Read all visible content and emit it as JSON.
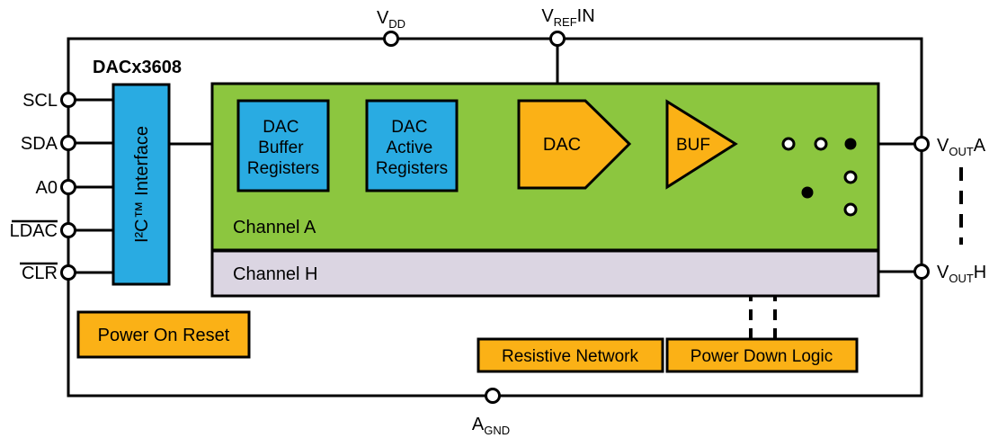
{
  "diagram": {
    "title": "DACx3608",
    "i2c_label": "I²C™ Interface",
    "channel_a": "Channel A",
    "channel_h": "Channel H",
    "dac_buffer_lines": [
      "DAC",
      "Buffer",
      "Registers"
    ],
    "dac_active_lines": [
      "DAC",
      "Active",
      "Registers"
    ],
    "dac_label": "DAC",
    "buf_label": "BUF",
    "power_on_reset": "Power On Reset",
    "resistive_network": "Resistive Network",
    "power_down_logic": "Power Down Logic"
  },
  "pins": {
    "scl": "SCL",
    "sda": "SDA",
    "a0": "A0",
    "ldac": "LDAC",
    "clr": "CLR",
    "vdd": {
      "main": "V",
      "sub": "DD",
      "suffix": ""
    },
    "vrefin": {
      "main": "V",
      "sub": "REF",
      "suffix": "IN"
    },
    "vouta": {
      "main": "V",
      "sub": "OUT",
      "suffix": "A"
    },
    "vouth": {
      "main": "V",
      "sub": "OUT",
      "suffix": "H"
    },
    "agnd": {
      "main": "A",
      "sub": "GND",
      "suffix": ""
    }
  },
  "colors": {
    "blue": "#29ABE2",
    "green": "#8CC63F",
    "orange": "#FBB116",
    "lavender": "#DBD5E2",
    "stroke": "#000000",
    "background": "#FFFFFF"
  }
}
